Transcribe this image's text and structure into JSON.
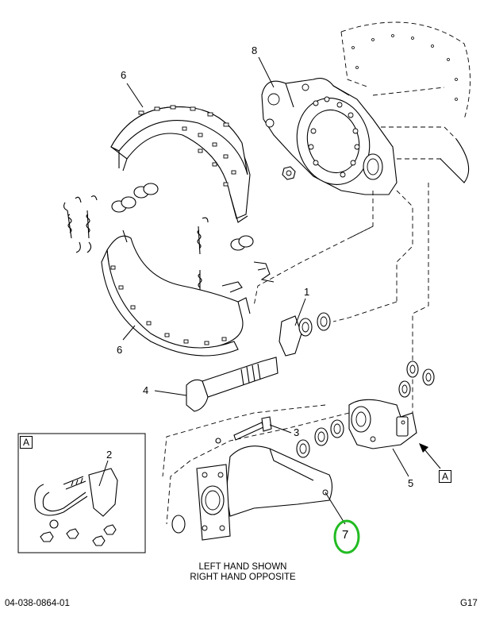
{
  "callouts": {
    "c1": "1",
    "c2": "2",
    "c3": "3",
    "c4": "4",
    "c5": "5",
    "c6_upper": "6",
    "c6_lower": "6",
    "c7": "7",
    "c8": "8"
  },
  "detail_marker": "A",
  "view_markers": {
    "inset": "A",
    "right": "A"
  },
  "caption": {
    "line1": "LEFT HAND SHOWN",
    "line2": "RIGHT HAND OPPOSITE"
  },
  "footer": {
    "doc_number": "04-038-0864-01",
    "page_code": "G17"
  },
  "colors": {
    "line": "#000000",
    "highlight": "#22bb22",
    "background": "#ffffff"
  }
}
